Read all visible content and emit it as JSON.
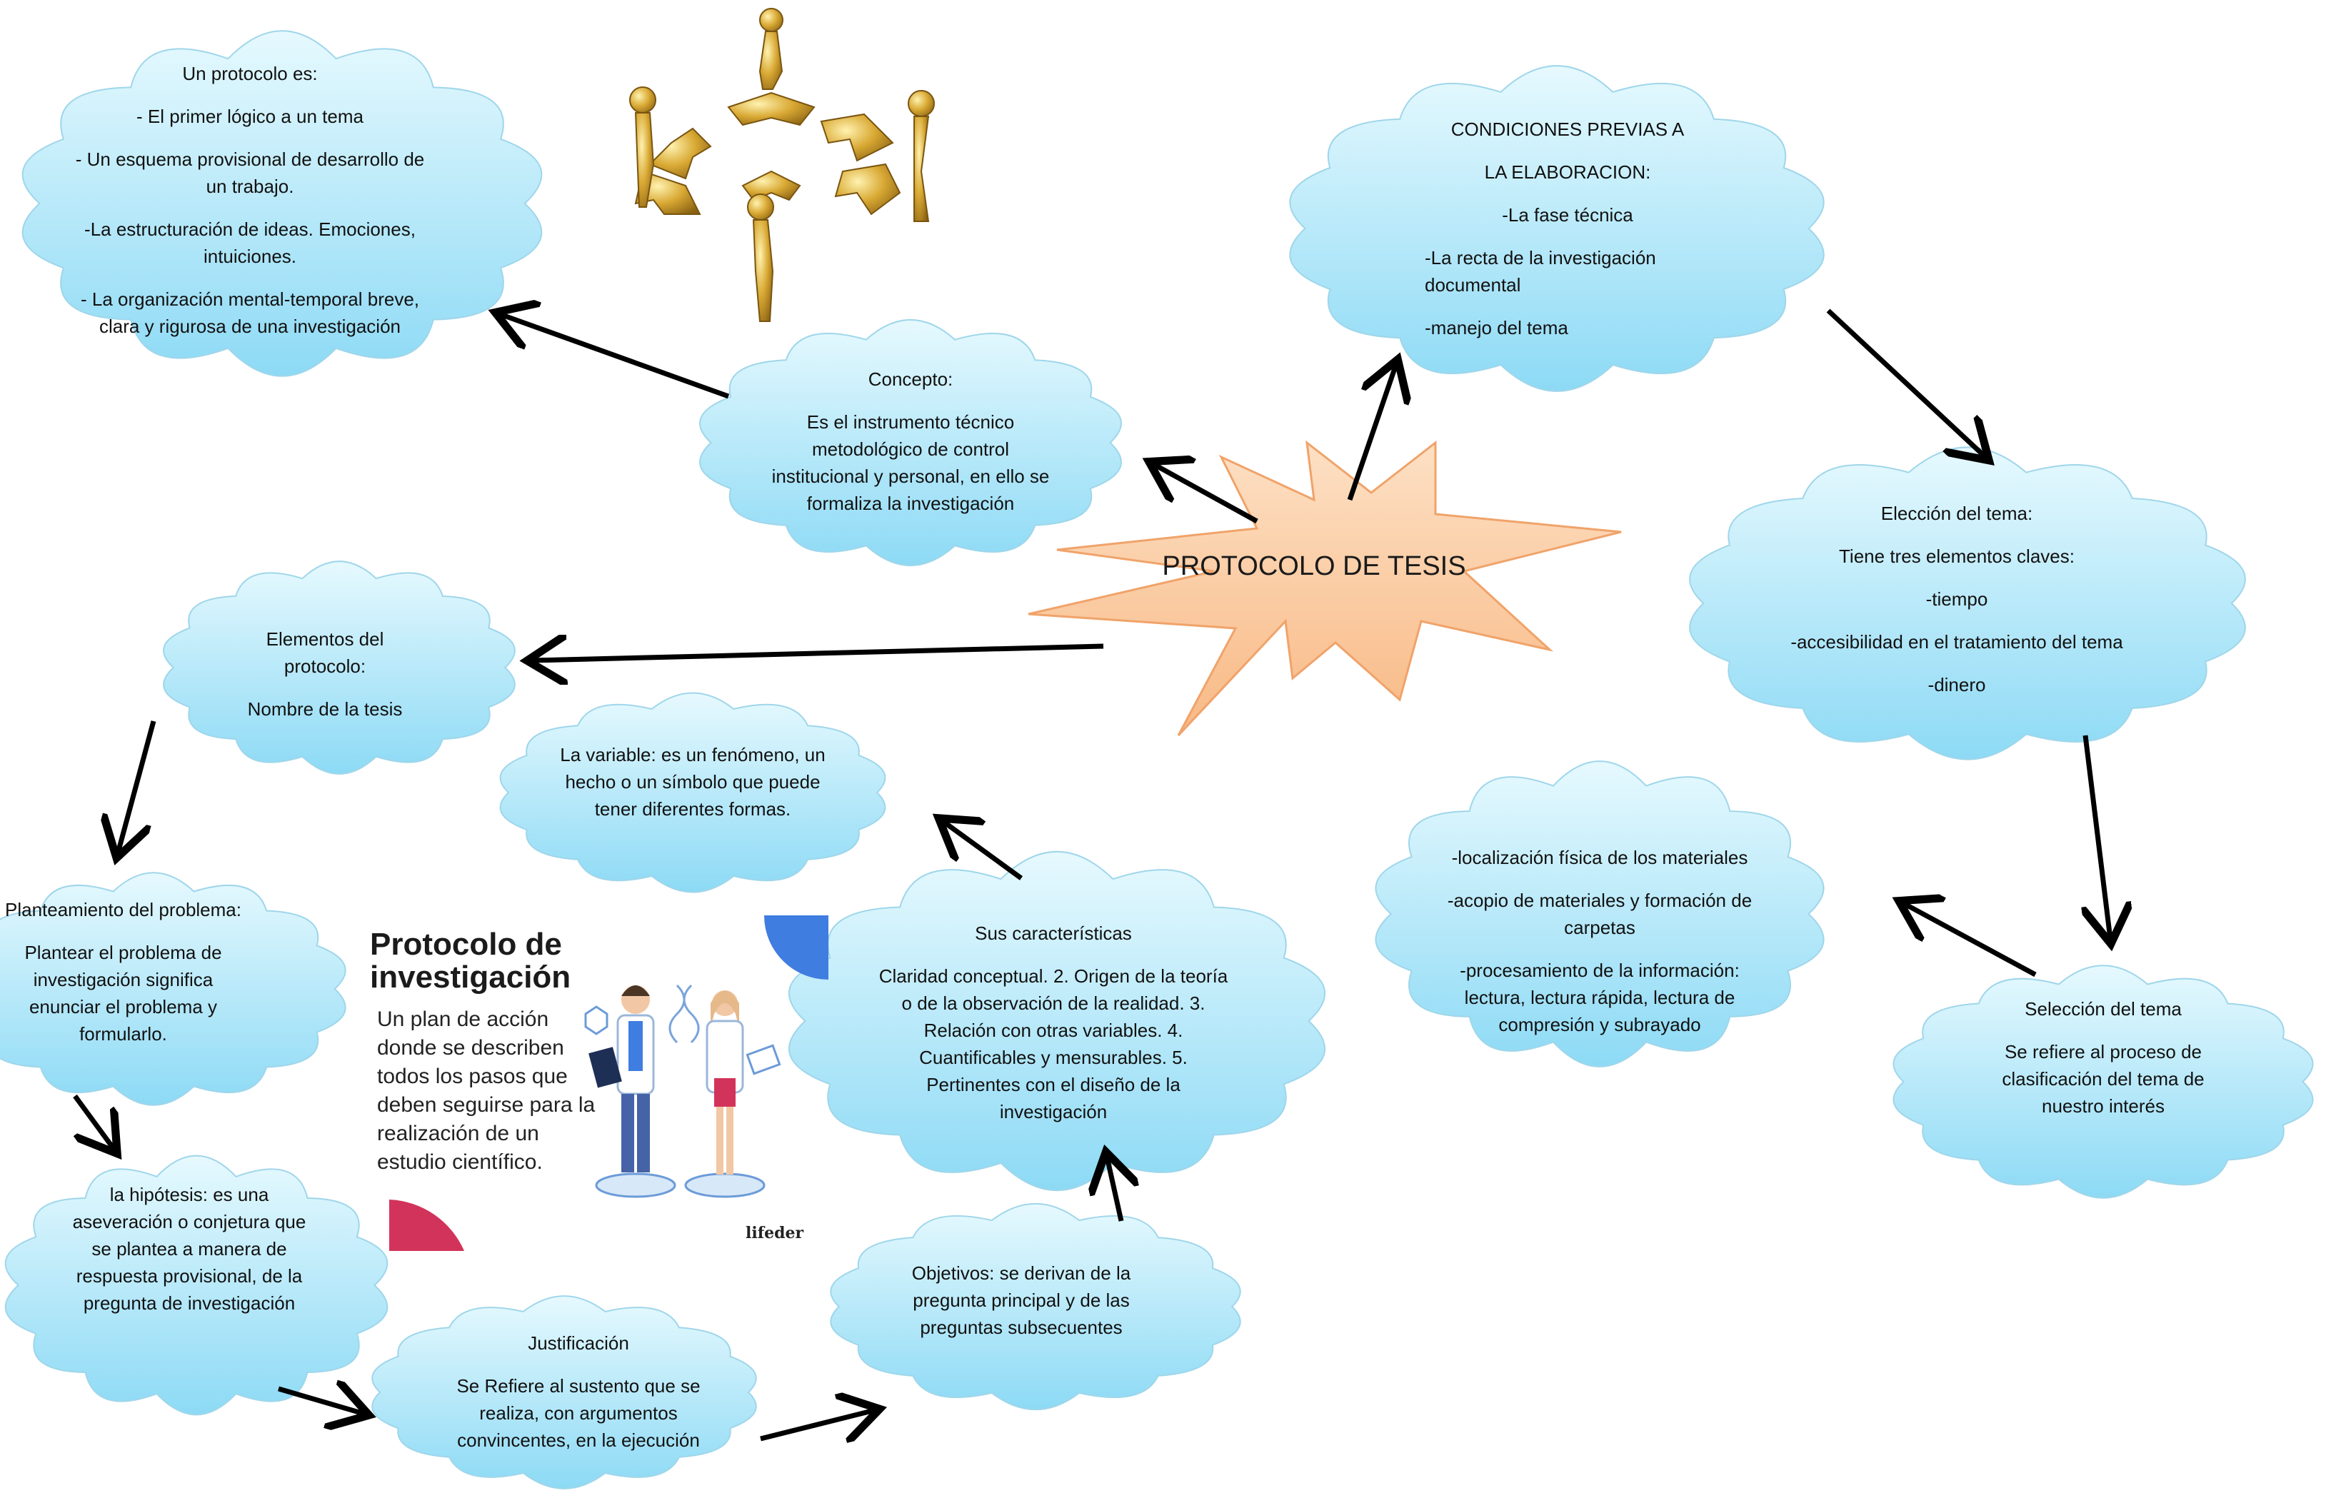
{
  "center": {
    "title": "PROTOCOLO DE TESIS",
    "fill": "#fbc9a0",
    "stroke": "#f0a36a"
  },
  "colors": {
    "cloud_fill_top": "#ddf6fd",
    "cloud_fill_bottom": "#8fdcf6",
    "cloud_stroke": "#9fd6ea",
    "arrow": "#000000"
  },
  "clouds": {
    "protocolo_es": {
      "title": "Un protocolo es:",
      "items": [
        "- El primer lógico a un tema",
        "- Un esquema provisional de desarrollo de un trabajo.",
        "-La estructuración de ideas. Emociones, intuiciones.",
        "- La organización mental-temporal breve, clara y rigurosa de una investigación"
      ]
    },
    "concepto": {
      "title": "Concepto:",
      "body": "Es el instrumento técnico metodológico de control institucional y personal, en ello se formaliza la investigación"
    },
    "condiciones": {
      "title_1": "CONDICIONES PREVIAS A",
      "title_2": "LA ELABORACION:",
      "item_1": "-La fase técnica",
      "item_2": "-La recta de la investigación documental",
      "item_3": "-manejo del tema"
    },
    "eleccion": {
      "title": "Elección del tema:",
      "subtitle": "Tiene tres elementos claves:",
      "item_1": "-tiempo",
      "item_2": "-accesibilidad en el tratamiento del tema",
      "item_3": "-dinero"
    },
    "elementos": {
      "title": "Elementos del protocolo:",
      "body": "Nombre de la tesis"
    },
    "variable": {
      "body": "La variable: es un fenómeno, un hecho o un símbolo que puede tener diferentes formas."
    },
    "caracteristicas": {
      "title": "Sus características",
      "body": "Claridad conceptual. 2. Origen de la teoría o de la observación de la realidad. 3. Relación con otras variables. 4. Cuantificables y mensurables. 5. Pertinentes con el diseño de la investigación"
    },
    "materiales": {
      "item_1": "-localización física de los materiales",
      "item_2": "-acopio de materiales y formación de carpetas",
      "item_3": "-procesamiento de la información: lectura, lectura rápida, lectura de compresión y subrayado"
    },
    "seleccion": {
      "title": "Selección del tema",
      "body": "Se refiere al proceso de clasificación del tema de nuestro interés"
    },
    "planteamiento": {
      "title": "Planteamiento del problema:",
      "body": "Plantear el problema de investigación significa enunciar el problema y formularlo."
    },
    "hipotesis": {
      "body": "la hipótesis: es una aseveración o conjetura que se plantea a manera de respuesta provisional, de la pregunta de investigación"
    },
    "justificacion": {
      "title": "Justificación",
      "body": "Se Refiere al sustento que se realiza, con argumentos convincentes, en la ejecución"
    },
    "objetivos": {
      "body": "Objetivos: se derivan de la pregunta principal y de las preguntas subsecuentes"
    }
  },
  "infographic": {
    "title": "Protocolo de investigación",
    "body": "Un plan de acción donde se describen todos los pasos que deben seguirse para la realización de un estudio científico.",
    "brand": "lifeder",
    "accent_red": "#d2335a",
    "accent_blue": "#3f7de0"
  },
  "illustrations": {
    "top_image": "gold-figures-puzzle-arrows",
    "infographic_image": "two-scientists-illustration"
  }
}
